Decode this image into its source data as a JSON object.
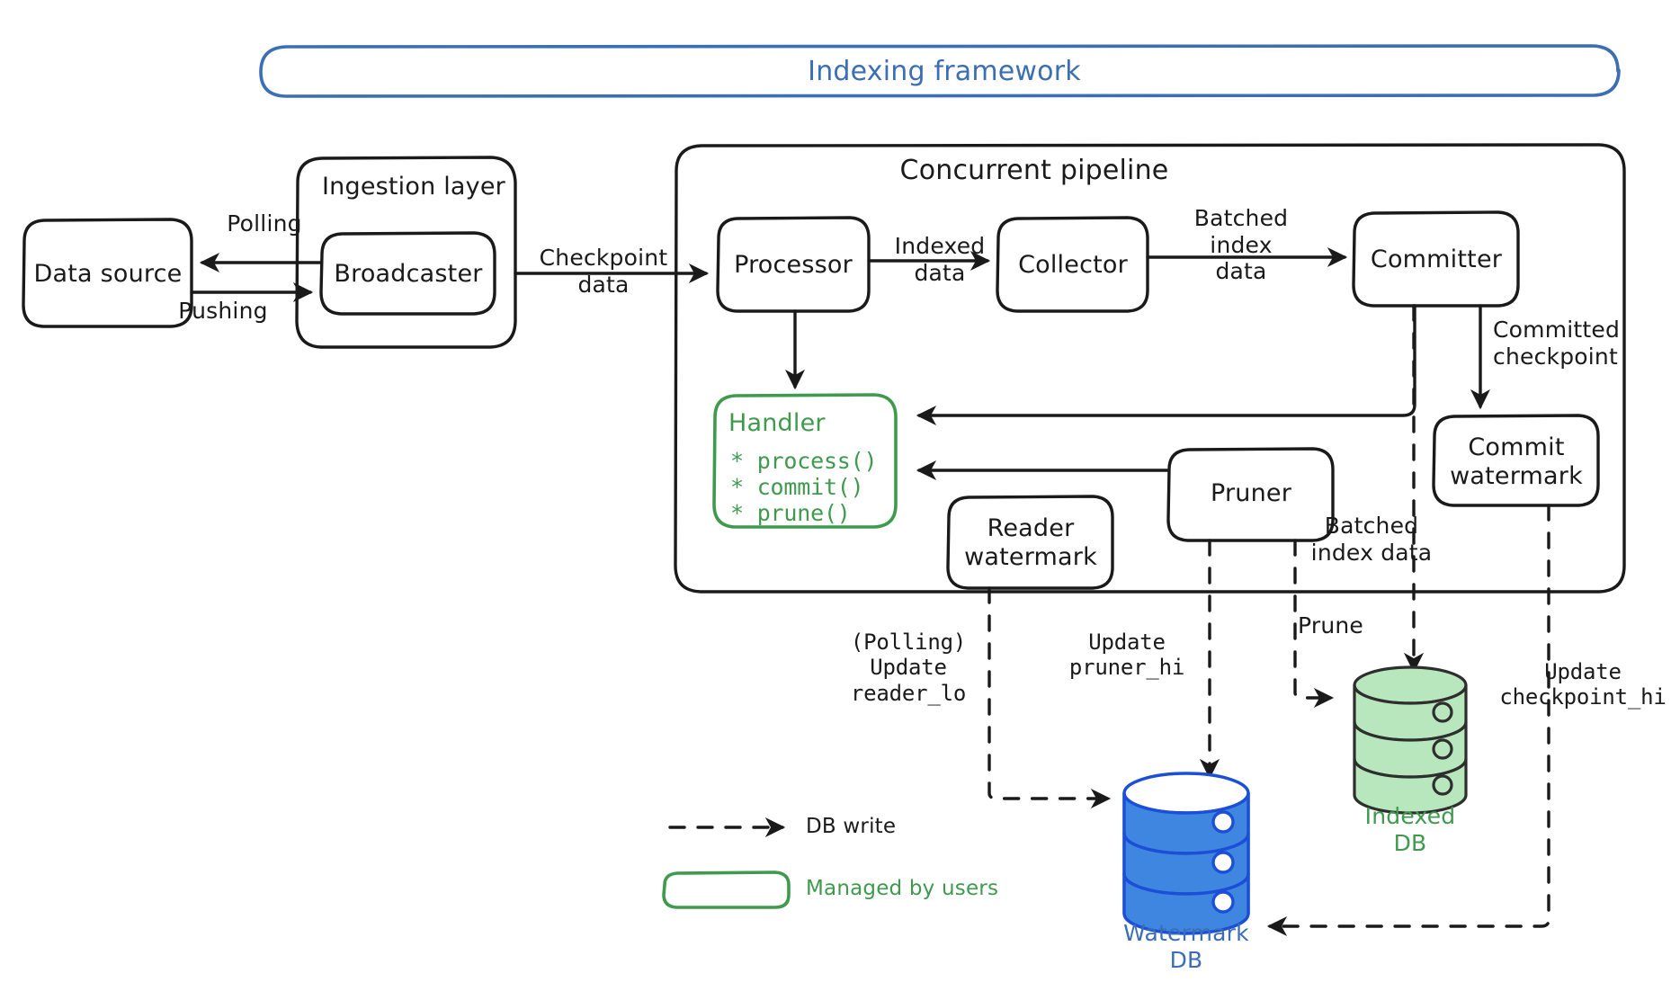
{
  "diagram": {
    "title": "Indexing framework",
    "colors": {
      "blue": "#3b6eb4",
      "green": "#3f9a4e",
      "ink": "#1a1a1a",
      "db_blue_fill": "#3f86e0",
      "db_green_fill": "#b9e7bd"
    },
    "groups": {
      "framework": "Indexing framework",
      "ingestion": "Ingestion layer",
      "pipeline": "Concurrent pipeline"
    },
    "nodes": {
      "data_source": "Data source",
      "broadcaster": "Broadcaster",
      "processor": "Processor",
      "collector": "Collector",
      "committer": "Committer",
      "commit_watermark": "Commit\nwatermark",
      "reader_watermark": "Reader\nwatermark",
      "pruner": "Pruner",
      "handler_title": "Handler",
      "handler_methods": [
        "* process()",
        "* commit()",
        "* prune()"
      ]
    },
    "databases": {
      "watermark_db": "Watermark\nDB",
      "indexed_db": "Indexed\nDB"
    },
    "edges": {
      "polling": "Polling",
      "pushing": "Pushing",
      "checkpoint_data": "Checkpoint\ndata",
      "indexed_data": "Indexed\ndata",
      "batched_index_data": "Batched\nindex\ndata",
      "committed_checkpoint": "Committed\ncheckpoint",
      "batched_index_data_db": "Batched\nindex data",
      "prune": "Prune",
      "polling_update_reader_lo": "(Polling)\nUpdate\nreader_lo",
      "update_pruner_hi": "Update\npruner_hi",
      "update_checkpoint_hi": "Update\ncheckpoint_hi"
    },
    "legend": {
      "db_write": "DB write",
      "managed_by_users": "Managed by users"
    }
  }
}
